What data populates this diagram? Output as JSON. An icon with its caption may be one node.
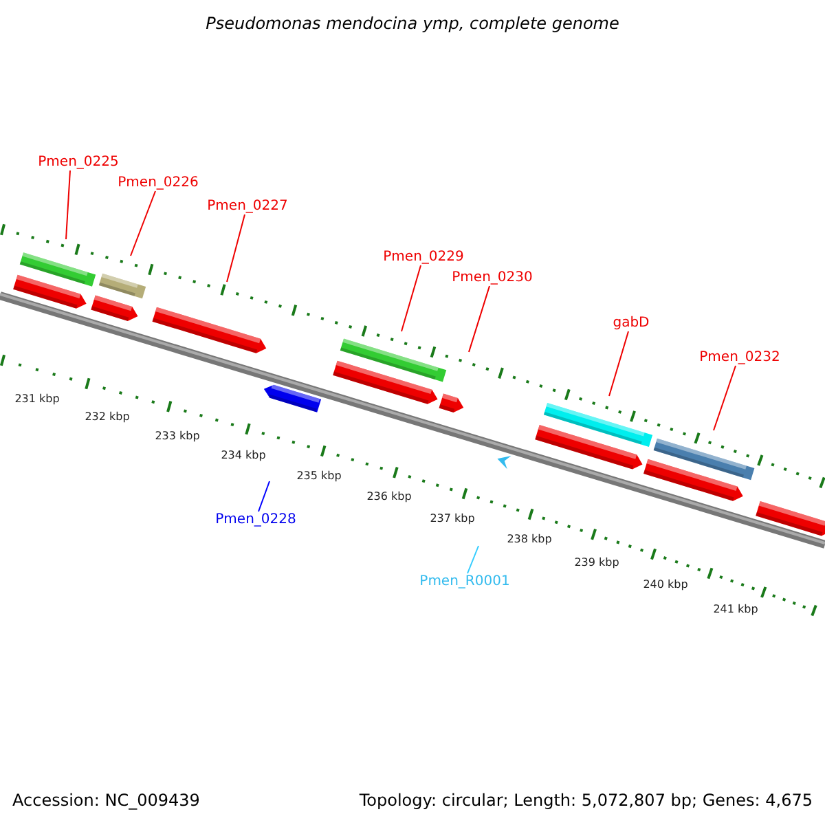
{
  "diagram": {
    "title": "Pseudomonas mendocina ymp, complete genome",
    "nodes": [
      {
        "text": [
          "Pmen_0225"
        ]
      },
      {
        "text": [
          "Pmen_0226"
        ]
      },
      {
        "text": [
          "Pmen_0227"
        ]
      },
      {
        "text": [
          "Pmen_0229"
        ]
      },
      {
        "text": [
          "Pmen_0230"
        ]
      },
      {
        "text": [
          "gabD"
        ]
      },
      {
        "text": [
          "Pmen_0232"
        ]
      },
      {
        "text": [
          "Pmen_0228"
        ]
      },
      {
        "text": [
          "Pmen_R0001"
        ]
      }
    ],
    "edges": [
      {
        "from": 0,
        "to": null,
        "arrow": "none"
      },
      {
        "from": 1,
        "to": null,
        "arrow": "none"
      },
      {
        "from": 2,
        "to": null,
        "arrow": "none"
      },
      {
        "from": 3,
        "to": null,
        "arrow": "none"
      },
      {
        "from": 4,
        "to": null,
        "arrow": "none"
      },
      {
        "from": 5,
        "to": null,
        "arrow": "none"
      },
      {
        "from": 6,
        "to": null,
        "arrow": "none"
      },
      {
        "from": 7,
        "to": null,
        "arrow": "none",
        "color": "#0000ff"
      },
      {
        "from": 8,
        "to": null,
        "arrow": "none",
        "color": "#33ccff"
      }
    ],
    "labels": [
      "231 kbp",
      "232 kbp",
      "233 kbp",
      "234 kbp",
      "235 kbp",
      "236 kbp",
      "237 kbp",
      "238 kbp",
      "239 kbp",
      "240 kbp",
      "241 kbp",
      "Accession: NC_009439",
      "Topology: circular; Length: 5,072,807 bp; Genes: 4,675"
    ]
  }
}
